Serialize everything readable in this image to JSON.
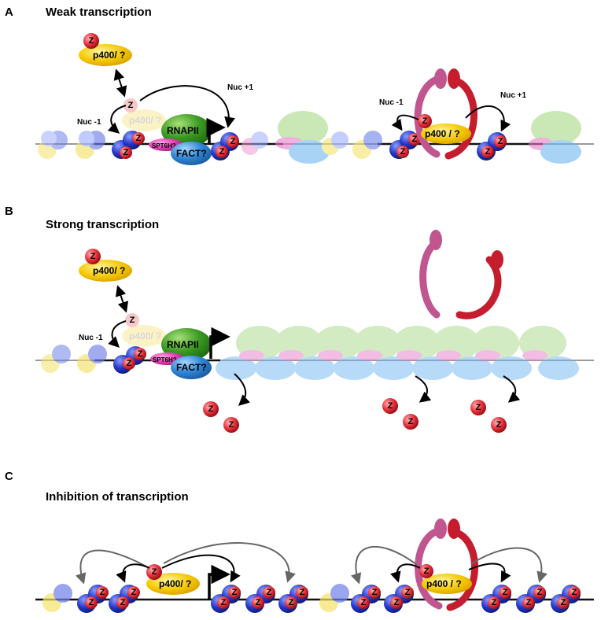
{
  "panels": [
    {
      "letter": "A",
      "title": "Weak transcription"
    },
    {
      "letter": "B",
      "title": "Strong transcription"
    },
    {
      "letter": "C",
      "title": "Inhibition of transcription"
    }
  ],
  "labels": {
    "z": "Z",
    "p400": "p400/ ?",
    "p400_spaced": "p400 / ?",
    "rnapii": "RNAPII",
    "spt6h": "SPT6H?",
    "fact": "FACT?",
    "nuc_minus1": "Nuc -1",
    "nuc_plus1": "Nuc +1"
  },
  "colors": {
    "dna": "#111111",
    "dna_faded": "#9a9a9a",
    "z_red": "#e8303a",
    "p400_yellow": "#f4c800",
    "rnapii_green": "#3a9a22",
    "spt6h_pink": "#e03cb0",
    "fact_blue": "#2f86d6",
    "condensin_purple": "#c0558f",
    "condensin_red": "#c41e2e"
  }
}
